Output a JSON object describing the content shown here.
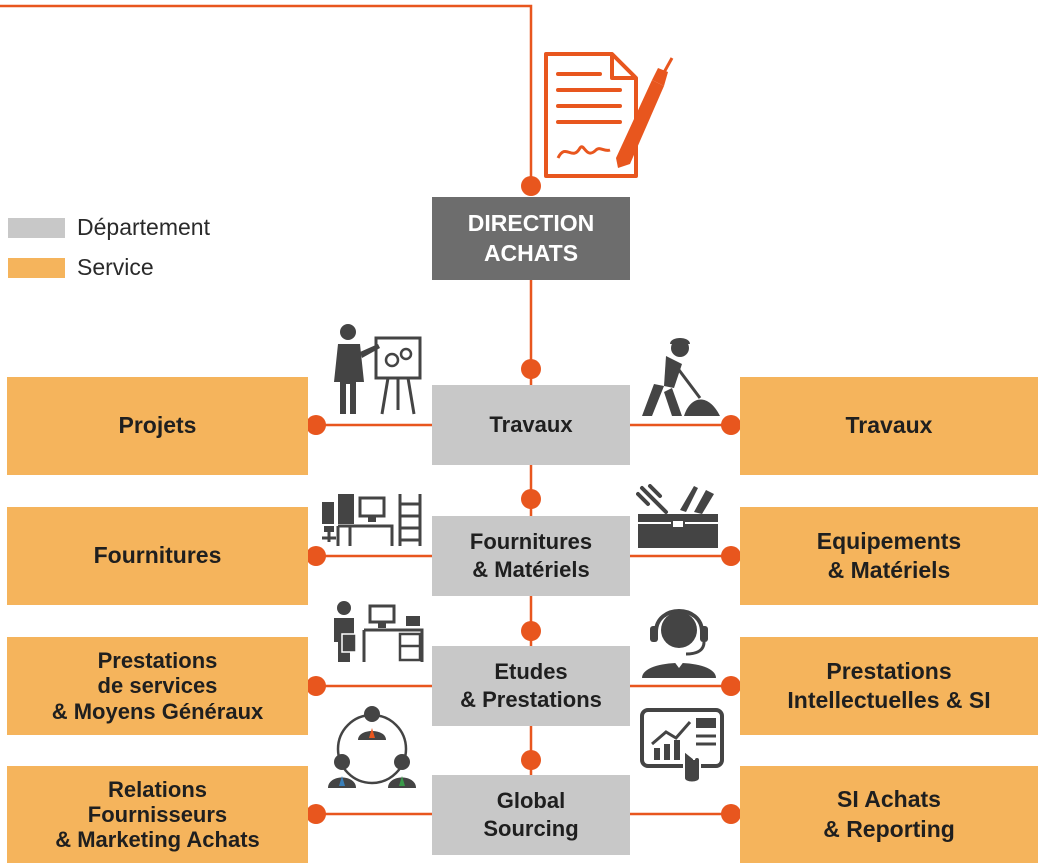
{
  "legend": [
    {
      "label": "Département",
      "color": "#c8c8c8"
    },
    {
      "label": "Service",
      "color": "#f5b45c"
    }
  ],
  "colors": {
    "connector": "#e8561e",
    "department": "#c8c8c8",
    "service": "#f5b45c",
    "direction": "#6d6d6d",
    "icon": "#444444"
  },
  "direction": {
    "label": "DIRECTION\nACHATS",
    "icon": "contract-signing-icon"
  },
  "departments": [
    {
      "label": "Travaux"
    },
    {
      "label": "Fournitures\n& Matériels"
    },
    {
      "label": "Etudes\n& Prestations"
    },
    {
      "label": "Global\nSourcing"
    }
  ],
  "services_left": [
    {
      "label": "Projets",
      "icon": "presenter-board-icon"
    },
    {
      "label": "Fournitures",
      "icon": "office-furniture-icon"
    },
    {
      "label": "Prestations\nde services\n& Moyens Généraux",
      "icon": "office-worker-desk-icon"
    },
    {
      "label": "Relations\nFournisseurs\n& Marketing Achats",
      "icon": "network-people-icon"
    }
  ],
  "services_right": [
    {
      "label": "Travaux",
      "icon": "construction-worker-icon"
    },
    {
      "label": "Equipements\n& Matériels",
      "icon": "toolbox-icon"
    },
    {
      "label": "Prestations\nIntellectuelles & SI",
      "icon": "support-headset-icon"
    },
    {
      "label": "SI Achats\n& Reporting",
      "icon": "tablet-dashboard-icon"
    }
  ]
}
